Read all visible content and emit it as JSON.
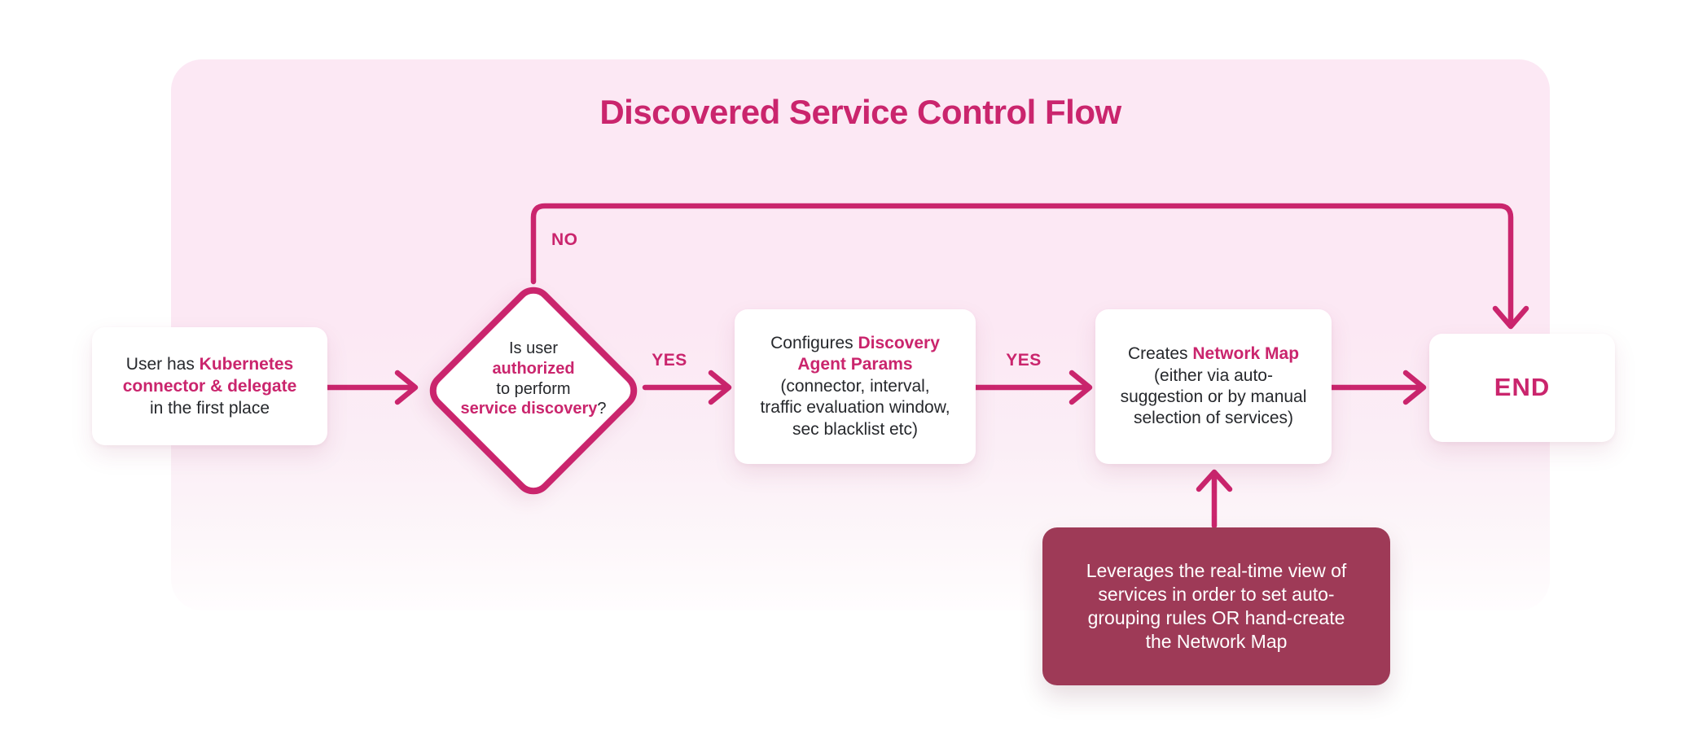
{
  "title": "Discovered Service Control Flow",
  "colors": {
    "accent": "#ca256d",
    "panel_background": "#fce8f4",
    "note_background": "#9e3a57",
    "card_background": "#ffffff",
    "text": "#26282c",
    "note_text": "#ffffff"
  },
  "labels": {
    "no": "NO",
    "yes1": "YES",
    "yes2": "YES"
  },
  "nodes": {
    "start": {
      "lines": [
        [
          {
            "t": "User has "
          },
          {
            "t": "Kubernetes",
            "a": true
          }
        ],
        [
          {
            "t": "connector & delegate",
            "a": true
          }
        ],
        [
          {
            "t": "in the first place"
          }
        ]
      ]
    },
    "decision": {
      "lines": [
        [
          {
            "t": "Is user"
          }
        ],
        [
          {
            "t": "authorized",
            "a": true
          }
        ],
        [
          {
            "t": "to perform"
          }
        ],
        [
          {
            "t": "service discovery",
            "a": true
          },
          {
            "t": "?"
          }
        ]
      ]
    },
    "configure": {
      "lines": [
        [
          {
            "t": "Configures "
          },
          {
            "t": "Discovery",
            "a": true
          }
        ],
        [
          {
            "t": "Agent Params",
            "a": true
          }
        ],
        [
          {
            "t": "(connector, interval,"
          }
        ],
        [
          {
            "t": "traffic evaluation window,"
          }
        ],
        [
          {
            "t": "sec blacklist etc)"
          }
        ]
      ]
    },
    "create_map": {
      "lines": [
        [
          {
            "t": "Creates "
          },
          {
            "t": "Network Map",
            "a": true
          }
        ],
        [
          {
            "t": "(either via auto-"
          }
        ],
        [
          {
            "t": "suggestion or by manual"
          }
        ],
        [
          {
            "t": "selection of services)"
          }
        ]
      ]
    },
    "end": {
      "label": "END"
    },
    "note": {
      "lines": [
        [
          {
            "t": "Leverages the real-time view of"
          }
        ],
        [
          {
            "t": "services in order to set auto-"
          }
        ],
        [
          {
            "t": "grouping rules OR hand-create"
          }
        ],
        [
          {
            "t": "the Network Map"
          }
        ]
      ]
    }
  }
}
